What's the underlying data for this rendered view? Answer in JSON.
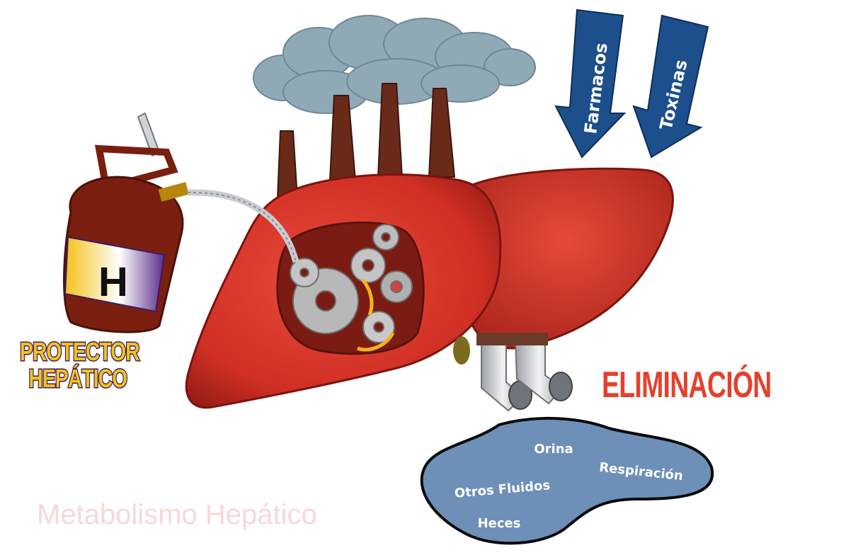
{
  "arrows": {
    "farmacos": "Farmacos",
    "toxinas": "Toxinas"
  },
  "protector": {
    "line1": "PROTECTOR",
    "line2": "HEPÁTICO",
    "bottle_letter": "H"
  },
  "eliminacion": "ELIMINACIÓN",
  "pool": {
    "orina": "Orina",
    "respiracion": "Respiración",
    "otros_fluidos": "Otros Fluidos",
    "heces": "Heces"
  },
  "watermark": "Metabolismo Hepático",
  "colors": {
    "liver": "#d83a2e",
    "liver_dark": "#8f1a14",
    "smoke": "#8fa9b7",
    "chimney": "#6a2a1a",
    "arrow_blue": "#1c4f8c",
    "bottle": "#7a1f10",
    "pool": "#6d8fb8",
    "protector_text": "#f3c218",
    "elim_text": "#e4412d"
  }
}
